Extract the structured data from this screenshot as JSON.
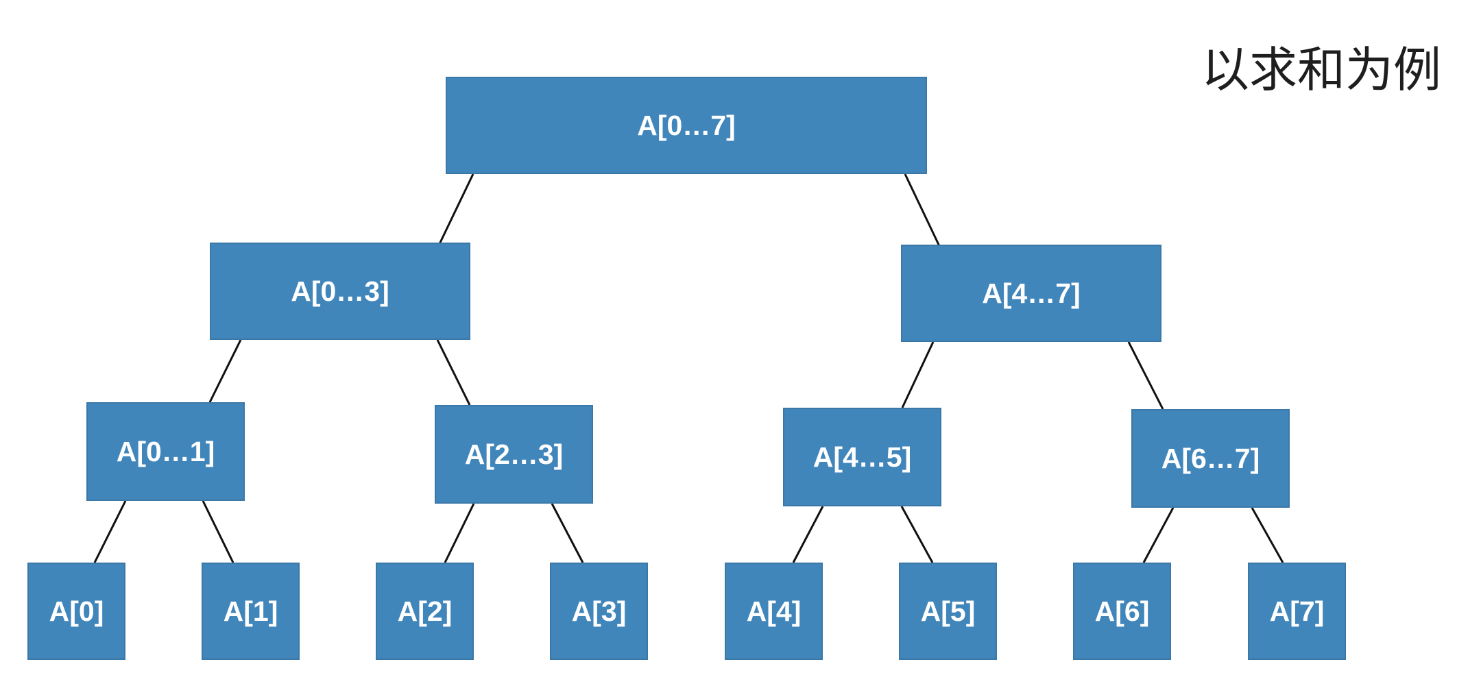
{
  "caption": "以求和为例",
  "colors": {
    "node_fill": "#4186bb",
    "node_text": "#ffffff",
    "edge": "#111111",
    "caption": "#1e1e1e"
  },
  "tree": {
    "root": {
      "label": "A[0…7]"
    },
    "level1": [
      {
        "label": "A[0…3]"
      },
      {
        "label": "A[4…7]"
      }
    ],
    "level2": [
      {
        "label": "A[0…1]"
      },
      {
        "label": "A[2…3]"
      },
      {
        "label": "A[4…5]"
      },
      {
        "label": "A[6…7]"
      }
    ],
    "leaves": [
      {
        "label": "A[0]"
      },
      {
        "label": "A[1]"
      },
      {
        "label": "A[2]"
      },
      {
        "label": "A[3]"
      },
      {
        "label": "A[4]"
      },
      {
        "label": "A[5]"
      },
      {
        "label": "A[6]"
      },
      {
        "label": "A[7]"
      }
    ]
  }
}
